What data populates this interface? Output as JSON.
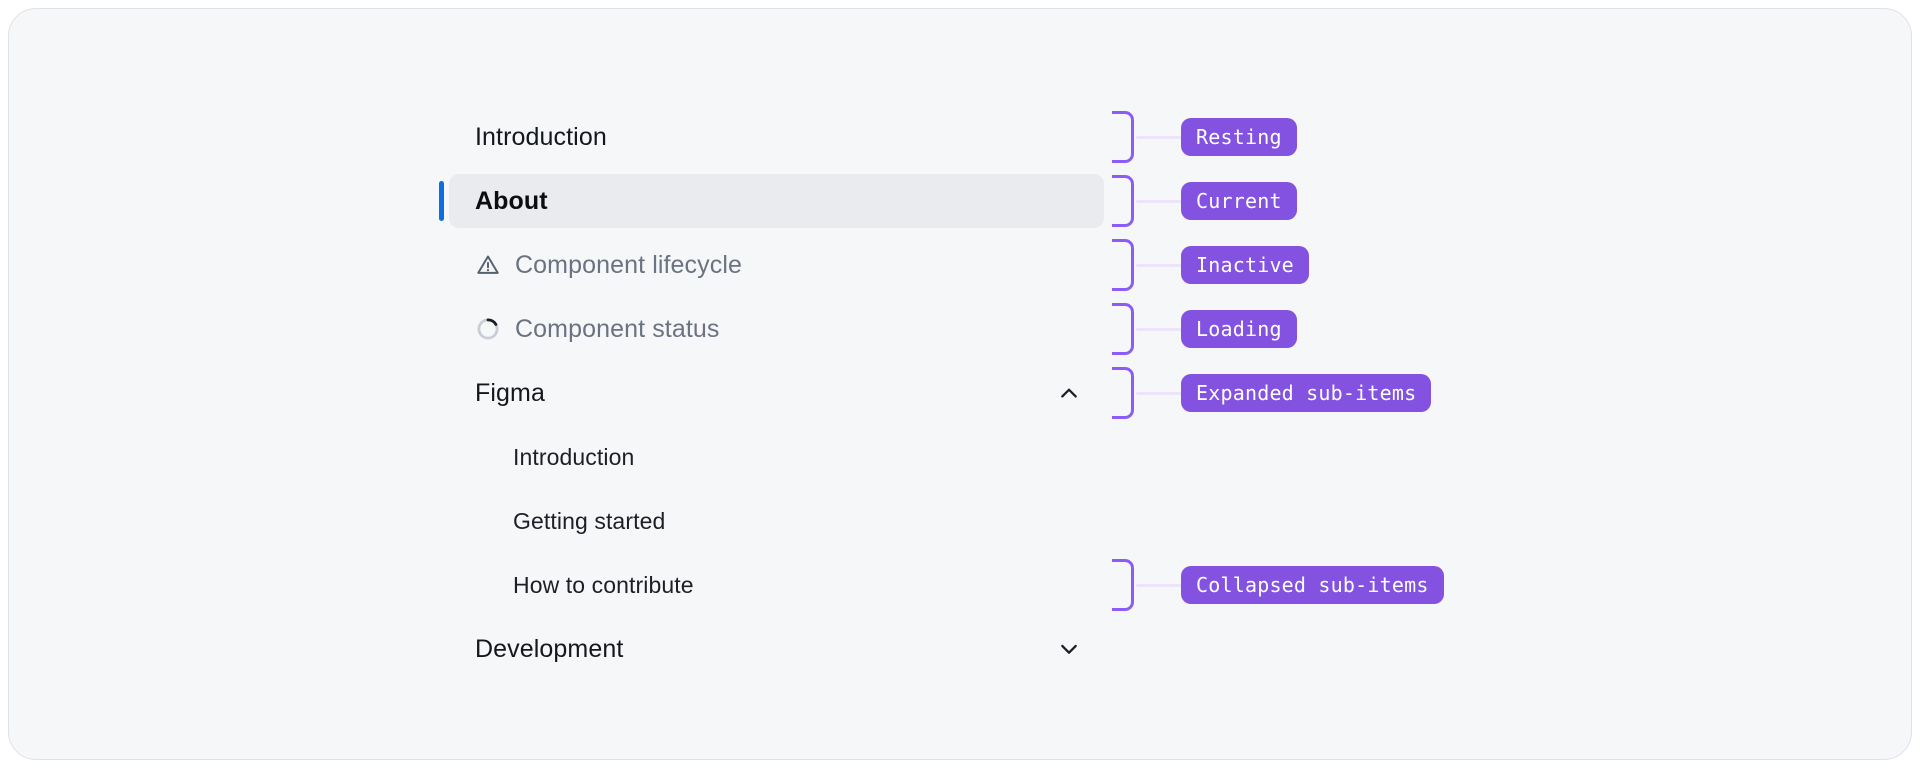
{
  "card": {
    "background_color": "#f6f7f9",
    "border_color": "#dfe3e9"
  },
  "theme": {
    "accent_blue": "#0d6ee0",
    "annotation_purple": "#8352e0",
    "bracket_purple": "#8b5cf6",
    "connector_lavender": "#ede4fb",
    "current_item_background": "#eaebee",
    "muted_text": "#6b7280",
    "default_text": "#14171c"
  },
  "nav": {
    "items": [
      {
        "label": "Introduction",
        "state": "resting",
        "level": 0,
        "icon": null,
        "chevron": null
      },
      {
        "label": "About",
        "state": "current",
        "level": 0,
        "icon": null,
        "chevron": null
      },
      {
        "label": "Component lifecycle",
        "state": "inactive",
        "level": 0,
        "icon": "warning-triangle-icon",
        "chevron": null
      },
      {
        "label": "Component status",
        "state": "loading",
        "level": 0,
        "icon": "spinner-icon",
        "chevron": null
      },
      {
        "label": "Figma",
        "state": "expanded",
        "level": 0,
        "icon": null,
        "chevron": "chevron-up-icon"
      },
      {
        "label": "Introduction",
        "state": "sub-item",
        "level": 1,
        "icon": null,
        "chevron": null
      },
      {
        "label": "Getting started",
        "state": "sub-item",
        "level": 1,
        "icon": null,
        "chevron": null
      },
      {
        "label": "How to contribute",
        "state": "sub-item",
        "level": 1,
        "icon": null,
        "chevron": null
      },
      {
        "label": "Development",
        "state": "collapsed",
        "level": 0,
        "icon": null,
        "chevron": "chevron-down-icon"
      }
    ]
  },
  "annotations": [
    {
      "label": "Resting",
      "target_index": 0,
      "span_rows": 1
    },
    {
      "label": "Current",
      "target_index": 1,
      "span_rows": 1
    },
    {
      "label": "Inactive",
      "target_index": 2,
      "span_rows": 1
    },
    {
      "label": "Loading",
      "target_index": 3,
      "span_rows": 1
    },
    {
      "label": "Expanded sub-items",
      "target_index": 4,
      "span_rows": 1
    },
    {
      "label": "Collapsed sub-items",
      "target_index": 7,
      "span_rows": 1
    }
  ]
}
